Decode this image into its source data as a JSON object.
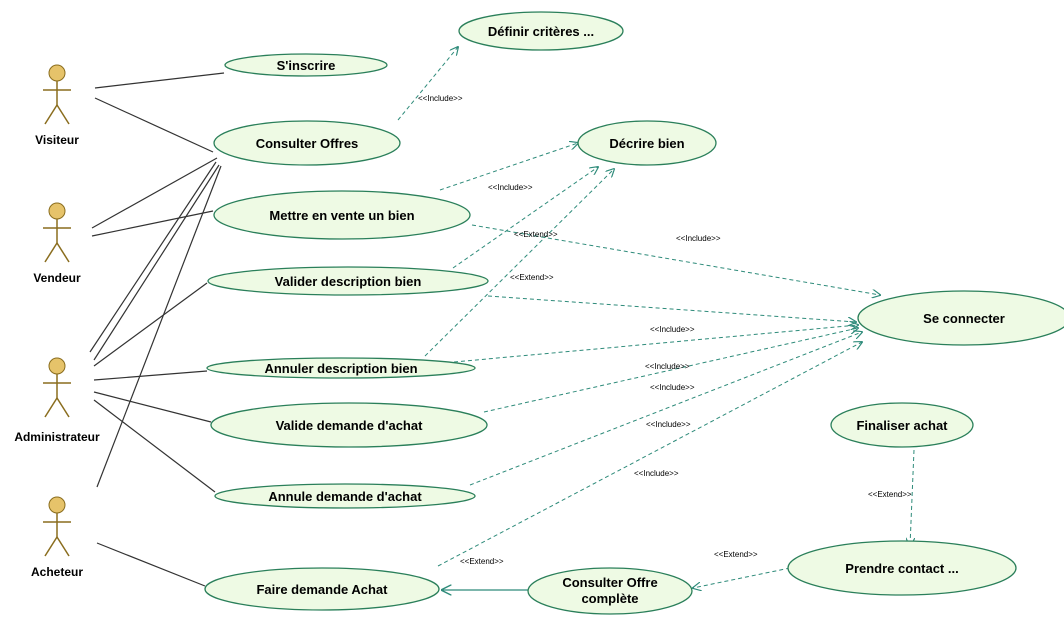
{
  "actors": {
    "visiteur": "Visiteur",
    "vendeur": "Vendeur",
    "administrateur": "Administrateur",
    "acheteur": "Acheteur"
  },
  "use_cases": {
    "definir_criteres": "Définir critères ...",
    "sinscrire": "S'inscrire",
    "consulter_offres": "Consulter Offres",
    "decrire_bien": "Décrire bien",
    "mettre_en_vente": "Mettre en vente un bien",
    "valider_description": "Valider description bien",
    "se_connecter": "Se connecter",
    "annuler_description": "Annuler description bien",
    "valide_demande": "Valide demande d'achat",
    "finaliser_achat": "Finaliser achat",
    "annule_demande": "Annule demande d'achat",
    "prendre_contact": "Prendre contact ...",
    "faire_demande": "Faire demande Achat",
    "consulter_offre_complete_line1": "Consulter Offre",
    "consulter_offre_complete_line2": "complète"
  },
  "stereotypes": {
    "include": "<<Include>>",
    "extend": "<<Extend>>"
  },
  "colors": {
    "use_case_fill": "#eefae4",
    "use_case_stroke": "#2a7f5a",
    "dependency": "#2e8b7a",
    "actor_head": "#e6c36a"
  }
}
